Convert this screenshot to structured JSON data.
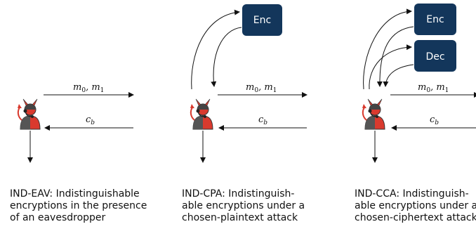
{
  "colors": {
    "oracle_fill": "#13365b",
    "arrow": "#111111",
    "devil_red": "#d93a2e",
    "devil_dark": "#333333"
  },
  "icons": [
    "devil-adversary-icon"
  ],
  "panels": [
    {
      "id": "eav",
      "oracles": [],
      "messages_label": "m",
      "ciphertext_label": "c",
      "caption_lines": [
        "IND-EAV: Indistinguishable",
        "encryptions in the presence",
        "of an eavesdropper"
      ]
    },
    {
      "id": "cpa",
      "oracles": [
        "Enc"
      ],
      "messages_label": "m",
      "ciphertext_label": "c",
      "caption_lines": [
        "IND-CPA: Indistinguish-",
        "able encryptions under a",
        "chosen-plaintext attack"
      ]
    },
    {
      "id": "cca",
      "oracles": [
        "Enc",
        "Dec"
      ],
      "messages_label": "m",
      "ciphertext_label": "c",
      "caption_lines": [
        "IND-CCA: Indistinguish-",
        "able encryptions under a",
        "chosen-ciphertext attack"
      ]
    }
  ]
}
